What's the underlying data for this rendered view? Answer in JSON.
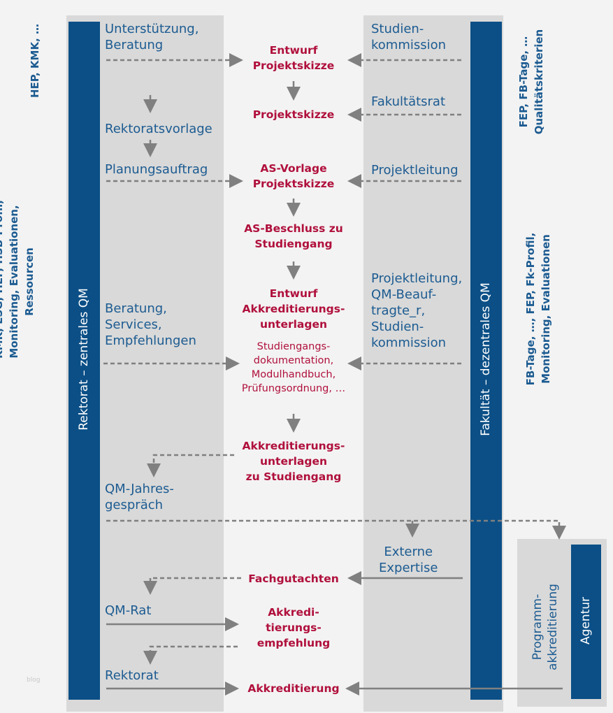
{
  "left_bar": "Rektorat  –  zentrales QM",
  "right_bar": "Fakultät  –  dezentrales QM",
  "agentur": "Agentur",
  "programm": [
    "Programm-",
    "akkreditierung"
  ],
  "side_left_top": "HEP, KMK, …",
  "side_left_mid": [
    "KMK, ESG, HEP, HSB-Profil,",
    "Monitoring,  Evaluationen,",
    "Ressourcen"
  ],
  "side_right_top": [
    "FEP, FB-Tage, …",
    "Qualitätskriterien"
  ],
  "side_right_mid": [
    "FB-Tage, …, FEP, Fk-Profil,",
    "Monitoring,  Evaluationen"
  ],
  "left_items": [
    "Unterstützung,\nBeratung",
    "Rektoratsvorlage",
    "Planungsauftrag",
    "Beratung,\nServices,\nEmpfehlungen",
    "QM-Jahres-\ngespräch",
    "QM-Rat",
    "Rektorat"
  ],
  "right_items": [
    "Studien-\nkommission",
    "Fakultätsrat",
    "Projektleitung",
    "Projektleitung,\nQM-Beauf-\ntragte_r,\nStudien-\nkommission",
    "Externe\nExpertise"
  ],
  "center_items": [
    "Entwurf\nProjektskizze",
    "Projektskizze",
    "AS-Vorlage\nProjektskizze",
    "AS-Beschluss zu\nStudiengang",
    "Entwurf\nAkkreditierungs-\nunterlagen",
    "Akkreditierungs-\nunterlagen\nzu Studiengang",
    "Fachgutachten",
    "Akkredi-\ntierungs-\nempfehlung",
    "Akkreditierung"
  ],
  "center_sub": "Studiengangs-\ndokumentation,\nModulhandbuch,\nPrüfungsordnung, …",
  "watermark": "blog"
}
